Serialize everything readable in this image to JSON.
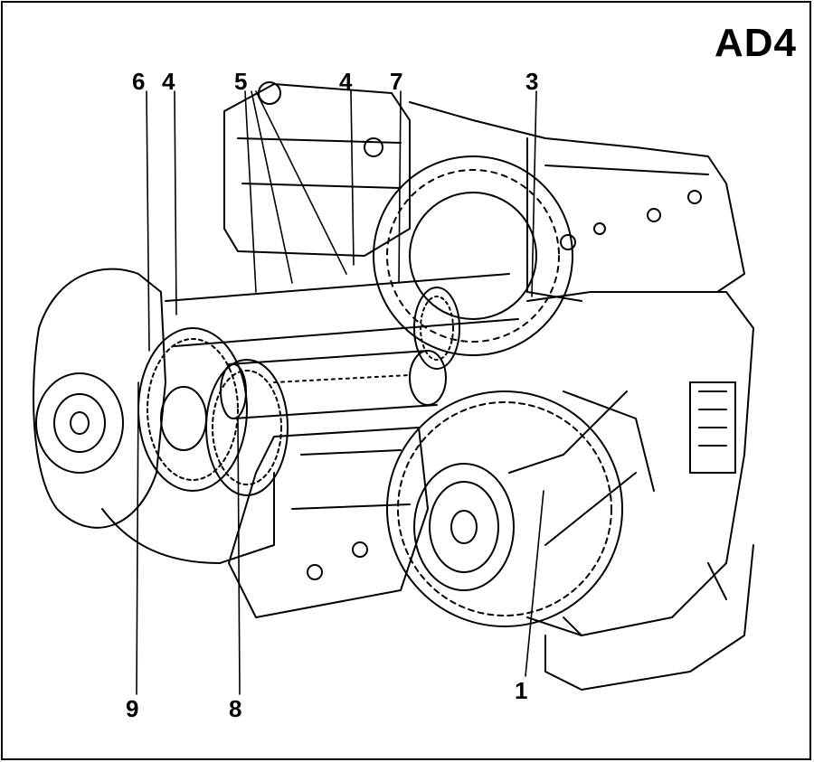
{
  "title": "AD4",
  "callouts": {
    "c6": "6",
    "c4a": "4",
    "c5": "5",
    "c4b": "4",
    "c7": "7",
    "c3": "3",
    "c9": "9",
    "c8": "8",
    "c1": "1"
  }
}
